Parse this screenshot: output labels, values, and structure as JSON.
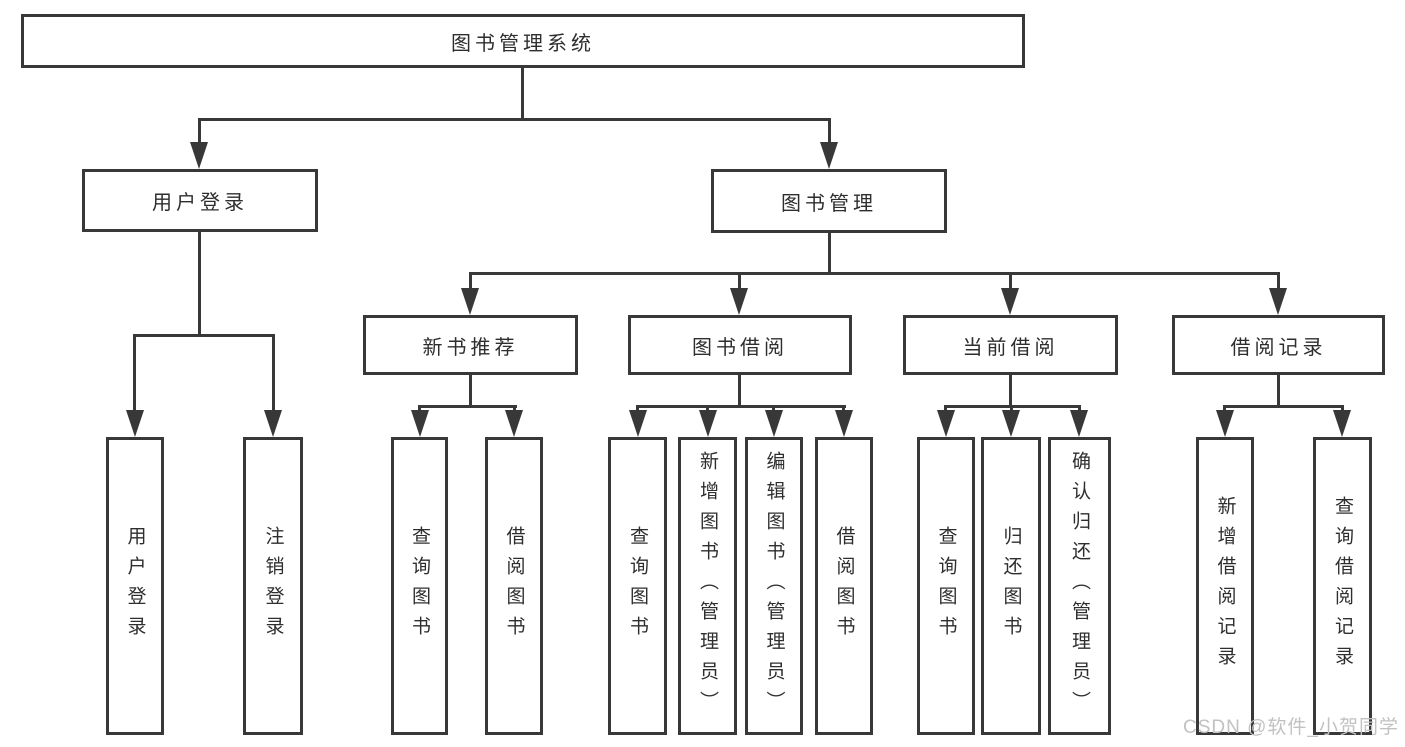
{
  "tree": {
    "root": "图书管理系统",
    "branches": [
      {
        "label": "用户登录",
        "leaves": [
          "用户登录",
          "注销登录"
        ]
      },
      {
        "label": "图书管理",
        "groups": [
          {
            "label": "新书推荐",
            "leaves": [
              "查询图书",
              "借阅图书"
            ]
          },
          {
            "label": "图书借阅",
            "leaves": [
              "查询图书",
              "新增图书（管理员）",
              "编辑图书（管理员）",
              "借阅图书"
            ]
          },
          {
            "label": "当前借阅",
            "leaves": [
              "查询图书",
              "归还图书",
              "确认归还（管理员）"
            ]
          },
          {
            "label": "借阅记录",
            "leaves": [
              "新增借阅记录",
              "查询借阅记录"
            ]
          }
        ]
      }
    ]
  },
  "watermark": {
    "text": "CSDN @软件_小贺同学"
  },
  "colors": {
    "line": "#383838",
    "text": "#2e2e2e",
    "watermark": "#c2c2c2",
    "background": "#ffffff"
  }
}
